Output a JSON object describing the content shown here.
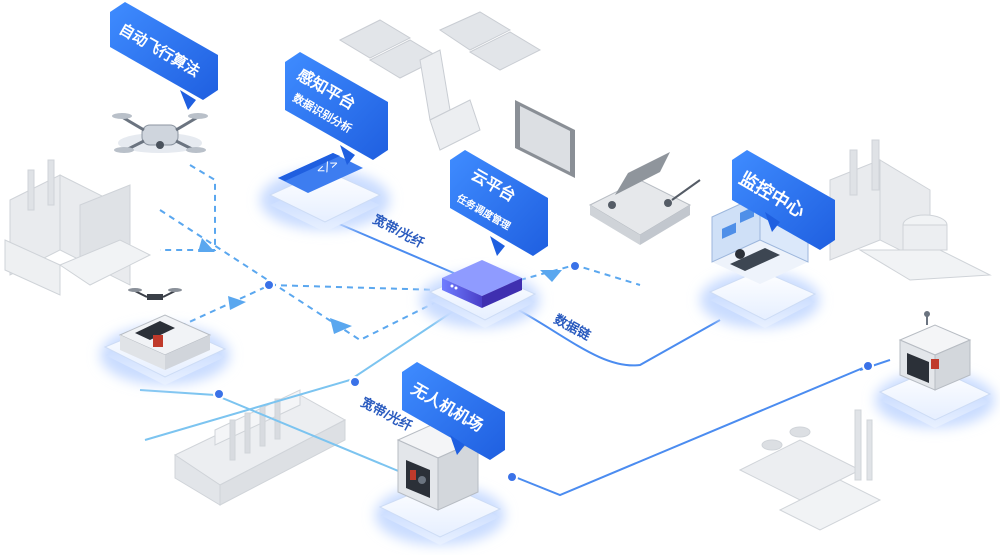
{
  "colors": {
    "accent": "#2f7bf3",
    "accent_dark": "#1e5ad8",
    "line_solid": "#4b8cf0",
    "line_dashed": "#5aa7ef",
    "node_dot": "#3a72e8",
    "platform_top": "#f4f8ff",
    "platform_glow": "#c9dcff",
    "building_gray": "#d5d8dd"
  },
  "labels": {
    "flight_algorithm": "自动飞行算法",
    "perception_title": "感知平台",
    "perception_sub": "数据识别分析",
    "cloud_title": "云平台",
    "cloud_sub": "任务调度管理",
    "monitor_center": "监控中心",
    "hangar": "无人机机场"
  },
  "links": {
    "broadband_upper": "宽带/光纤",
    "broadband_lower": "宽带/光纤",
    "data_link": "数据链"
  },
  "icons": {
    "drone": "drone-icon",
    "dashboard": "code-window-icon",
    "server": "server-box-icon",
    "tablet": "tablet-icon",
    "controller": "remote-controller-icon",
    "control_room": "control-room-icon",
    "hangar_station": "drone-hangar-icon"
  }
}
